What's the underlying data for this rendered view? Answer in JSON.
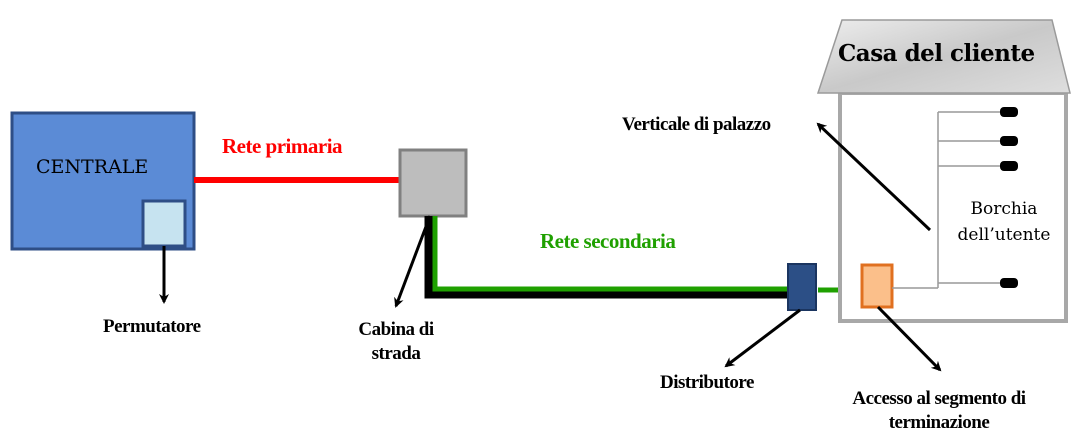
{
  "nodes": {
    "centrale": "CENTRALE",
    "house_title": "Casa del cliente",
    "borchia": "Borchia dell’utente"
  },
  "networks": {
    "primary": "Rete primaria",
    "secondary": "Rete secondaria"
  },
  "callouts": {
    "permutatore": "Permutatore",
    "cabina": "Cabina di strada",
    "distributore": "Distributore",
    "verticale": "Verticale di palazzo",
    "accesso": "Accesso al segmento di terminazione"
  },
  "colors": {
    "centrale_fill": "#5b8bd6",
    "centrale_border": "#2e4e86",
    "permutatore_fill": "#c6e3f0",
    "primary_line": "#ff0000",
    "secondary_line": "#1fa000",
    "cabina_fill": "#bdbdbd",
    "distributore_fill": "#2c4f86",
    "accesso_fill": "#fbbf8a",
    "accesso_border": "#e07020",
    "house_border": "#a8a8a8",
    "roof_fill": "#c8c8c8"
  }
}
